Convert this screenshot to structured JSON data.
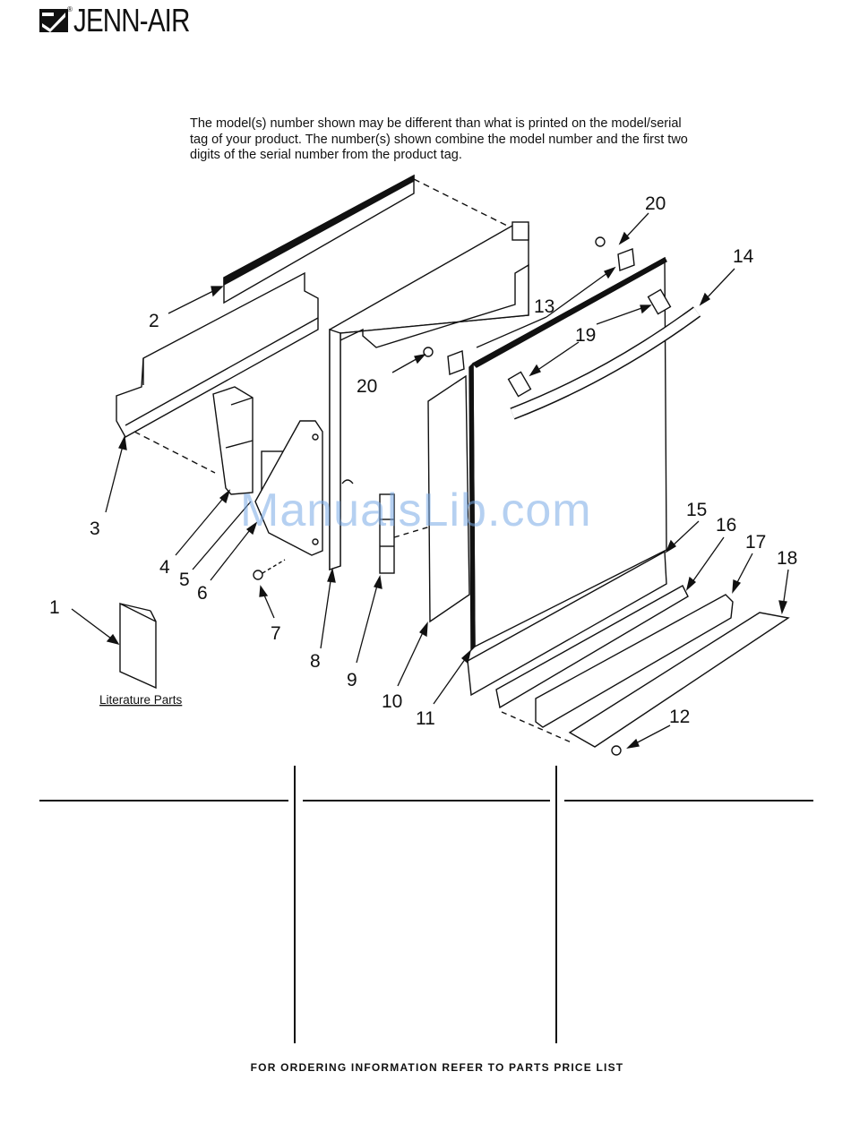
{
  "brand": {
    "name": "JENN-AIR",
    "registered_mark": "®"
  },
  "notice_text": "The model(s) number shown may be different than what is printed on the model/serial tag of your product. The number(s) shown combine the model number and the first two digits of the serial number from the product tag.",
  "diagram": {
    "callouts": [
      "1",
      "2",
      "3",
      "4",
      "5",
      "6",
      "7",
      "8",
      "9",
      "10",
      "11",
      "12",
      "13",
      "14",
      "15",
      "16",
      "17",
      "18",
      "19",
      "20",
      "20"
    ],
    "literature_label": "Literature Parts"
  },
  "watermark": "ManualsLib.com",
  "footer": "FOR ORDERING INFORMATION REFER TO PARTS PRICE LIST"
}
